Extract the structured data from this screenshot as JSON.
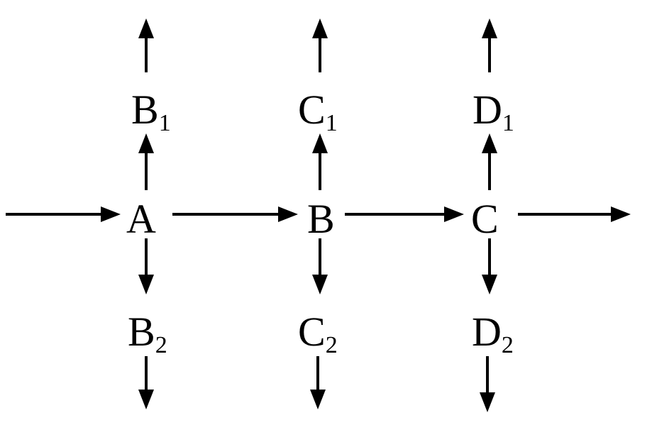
{
  "diagram": {
    "nodes": {
      "A": {
        "letter": "A",
        "subscript": ""
      },
      "B": {
        "letter": "B",
        "subscript": ""
      },
      "C": {
        "letter": "C",
        "subscript": ""
      },
      "B1": {
        "letter": "B",
        "subscript": "1"
      },
      "B2": {
        "letter": "B",
        "subscript": "2"
      },
      "C1": {
        "letter": "C",
        "subscript": "1"
      },
      "C2": {
        "letter": "C",
        "subscript": "2"
      },
      "D1": {
        "letter": "D",
        "subscript": "1"
      },
      "D2": {
        "letter": "D",
        "subscript": "2"
      }
    },
    "edges": [
      {
        "from": "",
        "to": "A"
      },
      {
        "from": "A",
        "to": "B"
      },
      {
        "from": "B",
        "to": "C"
      },
      {
        "from": "C",
        "to": ""
      },
      {
        "from": "A",
        "to": "B1"
      },
      {
        "from": "A",
        "to": "B2"
      },
      {
        "from": "B1",
        "to": ""
      },
      {
        "from": "B2",
        "to": ""
      },
      {
        "from": "B",
        "to": "C1"
      },
      {
        "from": "B",
        "to": "C2"
      },
      {
        "from": "C1",
        "to": ""
      },
      {
        "from": "C2",
        "to": ""
      },
      {
        "from": "C",
        "to": "D1"
      },
      {
        "from": "C",
        "to": "D2"
      },
      {
        "from": "D1",
        "to": ""
      },
      {
        "from": "D2",
        "to": ""
      }
    ]
  }
}
